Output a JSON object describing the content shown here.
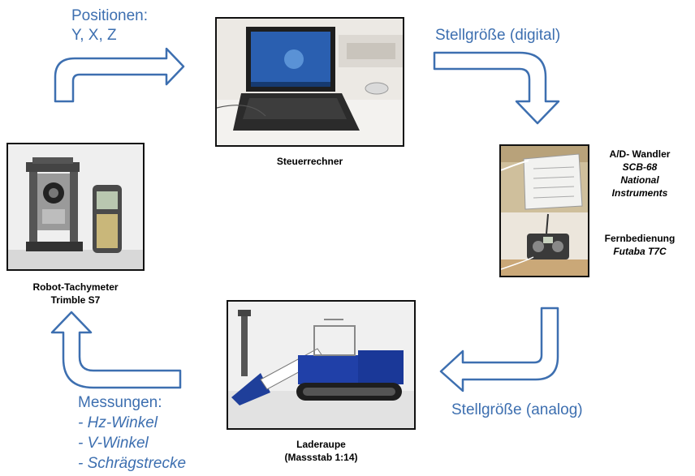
{
  "top_left_label": {
    "title": "Positionen:",
    "values": "Y, X, Z"
  },
  "top_right_label": "Stellgröße (digital)",
  "bottom_right_label": "Stellgröße (analog)",
  "bottom_left_label": {
    "title": "Messungen:",
    "items": [
      "- Hz-Winkel",
      "- V-Winkel",
      "- Schrägstrecke"
    ]
  },
  "captions": {
    "computer": "Steuerrechner",
    "tachymeter": {
      "line1": "Robot-Tachymeter",
      "line2": "Trimble  S7"
    },
    "converter": {
      "line1": "A/D- Wandler",
      "line2": "SCB-68",
      "line3": "National",
      "line4": "Instruments"
    },
    "remote": {
      "line1": "Fernbedienung",
      "line2": "Futaba  T7C"
    },
    "loader": {
      "line1": "Laderaupe",
      "line2": "(Massstab  1:14)"
    }
  },
  "colors": {
    "arrow_stroke": "#3d6fb0",
    "label_text": "#3d6fb0"
  }
}
